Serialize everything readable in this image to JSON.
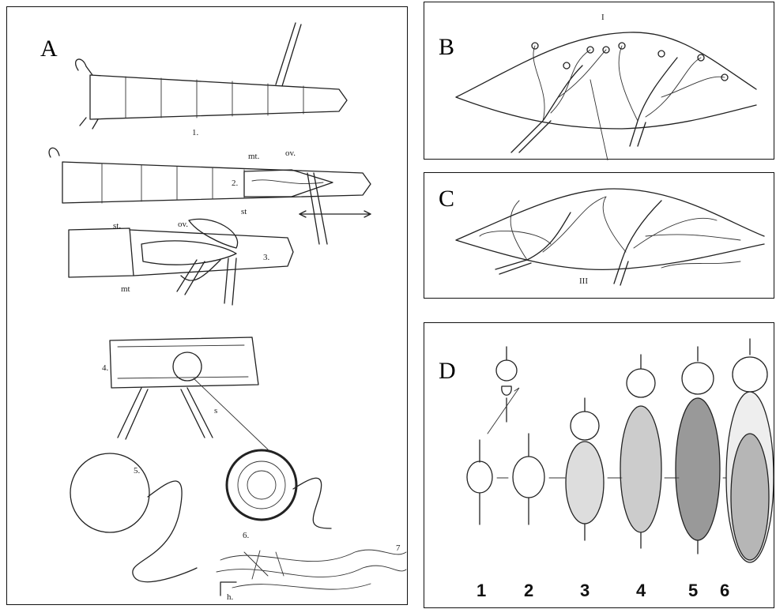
{
  "panels": {
    "A": {
      "letter": "A",
      "figure_labels": {
        "step1": "1.",
        "step2": "2.",
        "step3": "3.",
        "step4": "4.",
        "step5": "5.",
        "step6": "6.",
        "step7": "7",
        "mt_a": "mt.",
        "ov_a": "ov.",
        "st_a": "st",
        "st_b": "st.",
        "ov_b": "ov.",
        "mt_b": "mt",
        "s": "s",
        "h": "h."
      }
    },
    "B": {
      "letter": "B",
      "roman": "I"
    },
    "C": {
      "letter": "C",
      "roman": "III"
    },
    "D": {
      "letter": "D",
      "stages": [
        "1",
        "2",
        "3",
        "4",
        "5",
        "6"
      ]
    }
  }
}
